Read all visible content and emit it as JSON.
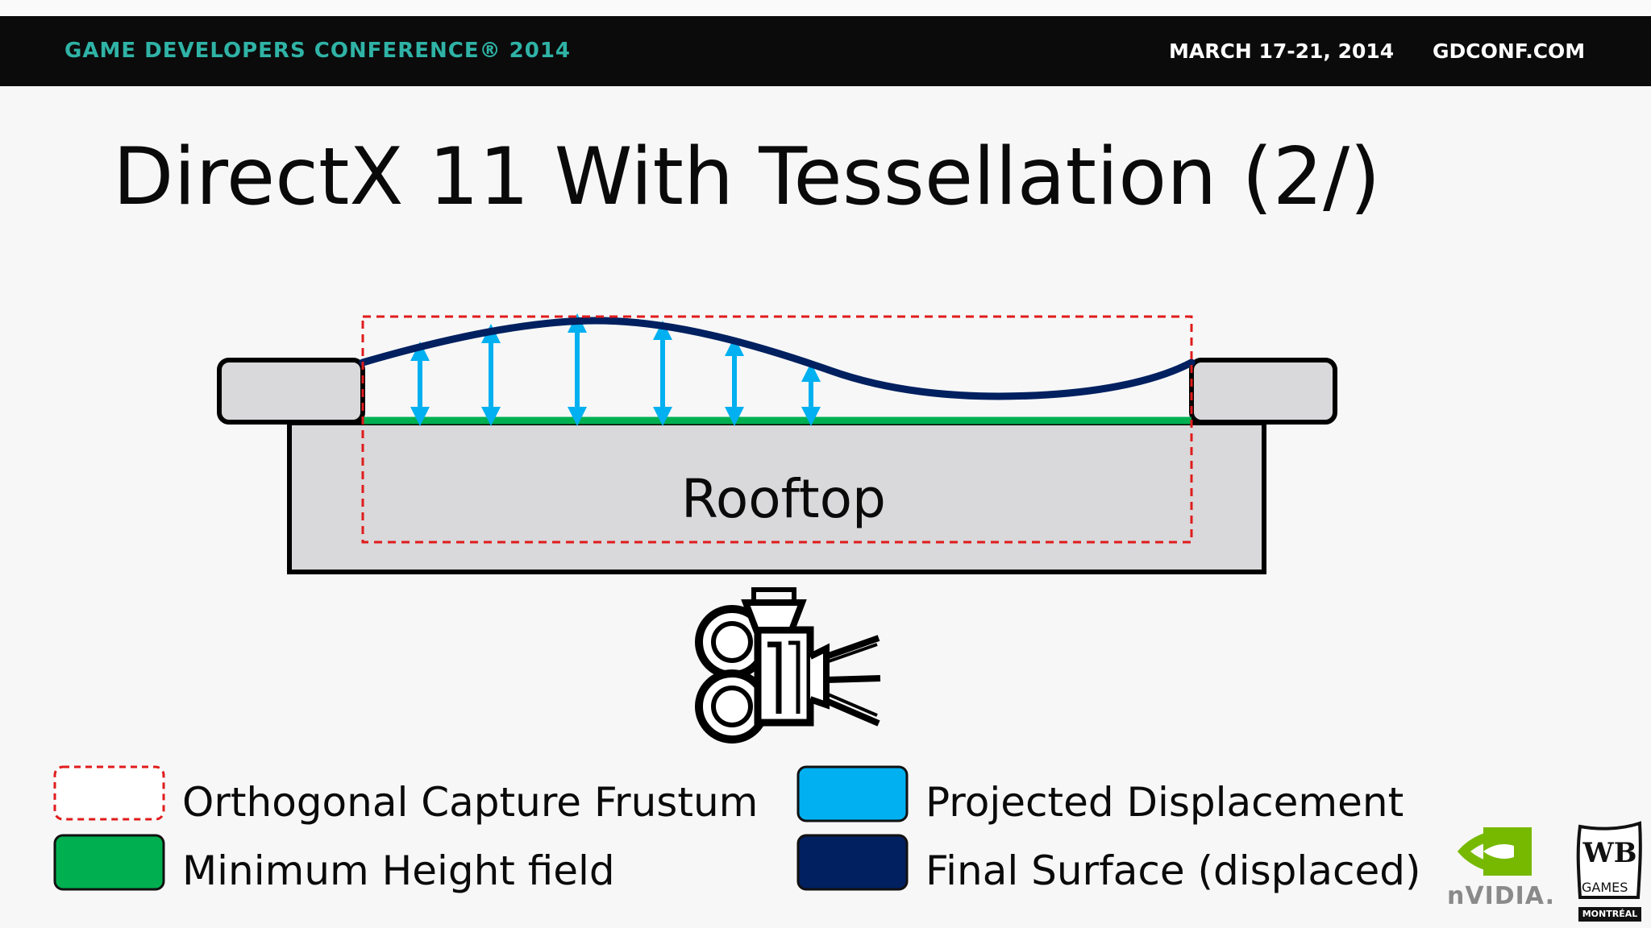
{
  "header": {
    "conference": "GAME DEVELOPERS CONFERENCE® 2014",
    "dates": "MARCH 17-21, 2014",
    "website": "GDCONF.COM"
  },
  "slide": {
    "title": "DirectX 11 With Tessellation (2/)"
  },
  "diagram": {
    "rooftop_label": "Rooftop"
  },
  "legend": {
    "items": [
      {
        "label": "Orthogonal Capture Frustum",
        "color": "#e01b1b",
        "style": "dashed-outline"
      },
      {
        "label": "Minimum Height field",
        "color": "#00b050",
        "style": "fill"
      },
      {
        "label": "Projected Displacement",
        "color": "#00b0f0",
        "style": "fill"
      },
      {
        "label": "Final Surface (displaced)",
        "color": "#002060",
        "style": "fill"
      }
    ]
  },
  "logos": {
    "nvidia": "nVIDIA.",
    "wb_games": "GAMES",
    "wb_city": "MONTRÉAL"
  },
  "colors": {
    "header_accent": "#2fb3a6",
    "frustum": "#e01b1b",
    "min_height": "#00b050",
    "displacement": "#00b0f0",
    "surface": "#002060",
    "rooftop_fill": "#d9d8da"
  }
}
